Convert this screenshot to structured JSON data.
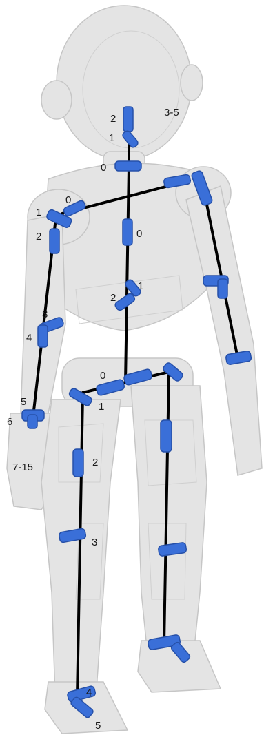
{
  "colors": {
    "body": "#e4e4e4",
    "body_stroke": "#c6c6c6",
    "link": "#000000",
    "joint": "#3a6fd8",
    "joint_dark": "#2650a8"
  },
  "labels": {
    "head_2": "2",
    "head_1": "1",
    "head_0": "0",
    "head_3_5": "3-5",
    "torso_0": "0",
    "torso_1": "1",
    "torso_2": "2",
    "rarm_0": "0",
    "rarm_1": "1",
    "rarm_2": "2",
    "rarm_3": "3",
    "rarm_4": "4",
    "rarm_5": "5",
    "rarm_6": "6",
    "rarm_7_15": "7-15",
    "rleg_0": "0",
    "rleg_1": "1",
    "rleg_2": "2",
    "rleg_3": "3",
    "rleg_4": "4",
    "rleg_5": "5"
  }
}
